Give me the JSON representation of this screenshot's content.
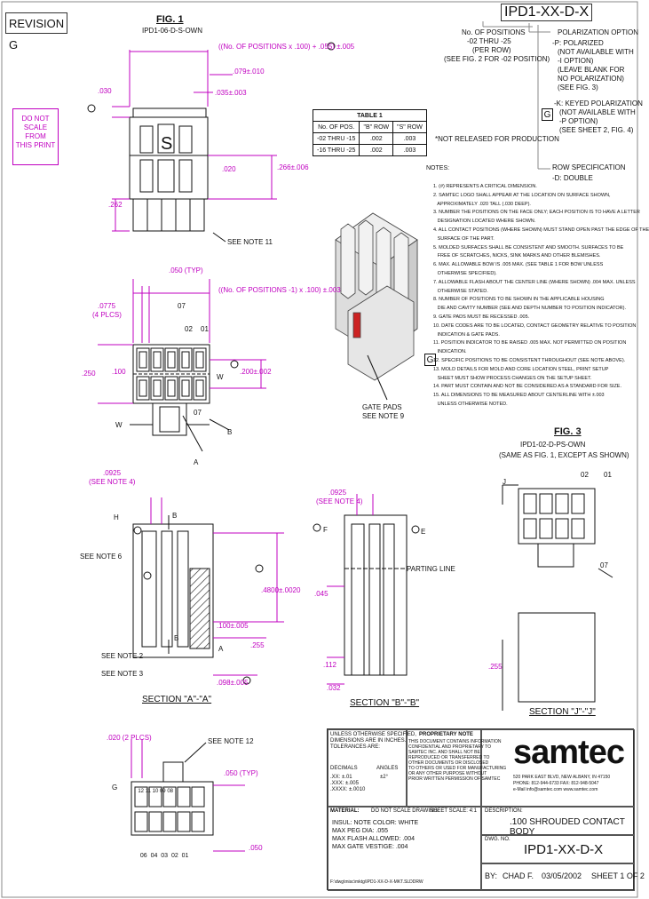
{
  "revision": "REVISION G",
  "scale_note": [
    "DO NOT",
    "SCALE FROM",
    "THIS PRINT"
  ],
  "part_number_header": "IPD1-XX-D-X",
  "fig1": {
    "title": "FIG. 1",
    "subtitle": "IPD1-06-D-S-OWN"
  },
  "fig3": {
    "title": "FIG. 3",
    "subtitle": [
      "IPD1-02-D-PS-OWN",
      "(SAME AS FIG. 1, EXCEPT AS SHOWN)"
    ]
  },
  "dims": {
    "positions_x_050": "((No. OF POSITIONS x .100) + .055) ±.005",
    "d_079": ".079±.010",
    "d_030": ".030",
    "d_035": ".035±.003",
    "d_020": ".020",
    "d_262": ".262",
    "d_266": ".266±.006",
    "d_050_typ": ".050 (TYP)",
    "d_0775": ".0775",
    "four_plcs": "(4 PLCS)",
    "positions_minus1": "((No. OF POSITIONS -1) x .100) ±.003",
    "d_250": ".250",
    "d_100": ".100",
    "d_200": ".200±.002",
    "d_0925_a": ".0925",
    "see_note_4_a": "(SEE NOTE 4)",
    "d_0925_b": ".0925",
    "see_note_4_b": "(SEE NOTE 4)",
    "d_4800": ".4800±.0020",
    "d_100b": ".100±.005",
    "d_255": ".255",
    "d_098": ".098±.005",
    "d_045": ".045",
    "d_112": ".112",
    "d_032": ".032",
    "d_255b": ".255",
    "d_020_2plcs": ".020 (2 PLCS)",
    "d_050_typ2": ".050 (TYP)",
    "d_050": ".050"
  },
  "labels": {
    "see_note_11": "SEE NOTE 11",
    "see_note_6": "SEE NOTE 6",
    "see_note_2": "SEE NOTE 2",
    "see_note_3": "SEE NOTE 3",
    "see_note_12": "SEE NOTE 12",
    "gate_pads": "GATE PADS",
    "see_note_9": "SEE NOTE 9",
    "parting_line": "PARTING LINE",
    "section_aa": "SECTION \"A\"-\"A\"",
    "section_bb": "SECTION \"B\"-\"B\"",
    "section_jj": "SECTION \"J\"-\"J\"",
    "n02": "02",
    "n01": "01",
    "n07": "07",
    "nA": "A",
    "nB": "B",
    "nW": "W",
    "nF": "F",
    "nH": "H",
    "nE": "E",
    "nJ": "J",
    "nG": "G",
    "bottom_row": [
      "06",
      "04",
      "03",
      "02",
      "01"
    ],
    "top_row": [
      "12",
      "11",
      "10",
      "09",
      "08",
      "07"
    ]
  },
  "callout": {
    "no_of_pos": "No. OF POSITIONS",
    "lines": [
      "-02 THRU -25",
      "(PER ROW)",
      "(SEE FIG. 2 FOR -02 POSITION)"
    ],
    "pol_title": "POLARIZATION OPTION",
    "pol": [
      "-P: POLARIZED",
      "(NOT AVAILABLE WITH",
      "-I OPTION)",
      "(LEAVE BLANK FOR",
      "NO POLARIZATION)",
      "(SEE FIG. 3)"
    ],
    "g_marker": "G",
    "keyed": [
      "-K: KEYED POLARIZATION",
      "(NOT AVAILABLE WITH",
      "-P OPTION)",
      "(SEE SHEET 2, FIG. 4)"
    ],
    "row_title": "ROW SPECIFICATION",
    "row": "-D: DOUBLE",
    "not_released": "*NOT RELEASED FOR PRODUCTION"
  },
  "table1": {
    "title": "TABLE 1",
    "headers": [
      "No. OF POS.",
      "\"B\" ROW",
      "\"S\" ROW"
    ],
    "rows": [
      [
        "-02 THRU -15",
        ".002",
        ".003"
      ],
      [
        "-16 THRU -25",
        ".002",
        ".003"
      ]
    ]
  },
  "notes": {
    "title": "NOTES:",
    "items": [
      "1. (#) REPRESENTS A CRITICAL DIMENSION.",
      "2. SAMTEC LOGO SHALL APPEAR AT THE LOCATION ON SURFACE SHOWN,",
      "   APPROXIMATELY .020 TALL (.030 DEEP).",
      "3. NUMBER THE POSITIONS ON THE FACE ONLY; EACH POSITION IS TO HAVE A LETTER",
      "   DESIGNATION LOCATED WHERE SHOWN.",
      "4. ALL CONTACT POSITIONS (WHERE SHOWN) MUST STAND OPEN PAST THE EDGE OF THE",
      "   SURFACE OF THE PART.",
      "5. MOLDED SURFACES SHALL BE CONSISTENT AND SMOOTH. SURFACES TO BE",
      "   FREE OF SCRATCHES, NICKS, SINK MARKS AND OTHER BLEMISHES.",
      "6. MAX. ALLOWABLE BOW IS .005 MAX. (SEE TABLE 1 FOR BOW UNLESS",
      "   OTHERWISE SPECIFIED).",
      "7. ALLOWABLE FLASH ABOUT THE CENTER LINE (WHERE SHOWN) .004 MAX. UNLESS",
      "   OTHERWISE STATED.",
      "8. NUMBER OF POSITIONS TO BE SHOWN IN THE APPLICABLE HOUSING",
      "   DIE AND CAVITY NUMBER (SEE AND DEPTH NUMBER TO POSITION INDICATOR).",
      "9. GATE PADS MUST BE RECESSED .005.",
      "10. DATE CODES ARE TO BE LOCATED, CONTACT GEOMETRY RELATIVE TO POSITION",
      "   INDICATION & GATE PADS.",
      "11. POSITION INDICATOR TO BE RAISED .005 MAX. NOT PERMITTED ON POSITION",
      "   INDICATION.",
      "12. SPECIFIC POSITIONS TO BE CONSISTENT THROUGHOUT (SEE NOTE ABOVE).",
      "13. MOLD DETAILS FOR MOLD AND CORE LOCATION STEEL, PRINT SETUP",
      "   SHEET MUST SHOW PROCESS CHANGES ON THE SETUP SHEET.",
      "14. PART MUST CONTAIN AND NOT BE CONSIDERED AS A STANDARD FOR SIZE.",
      "15. ALL DIMENSIONS TO BE MEASURED ABOUT CENTERLINE WITH ±.003",
      "   UNLESS OTHERWISE NOTED."
    ]
  },
  "titleblock": {
    "tol_intro": [
      "UNLESS OTHERWISE SPECIFIED,",
      "DIMENSIONS ARE IN INCHES.",
      "TOLERANCES ARE:"
    ],
    "decimals_label": "DECIMALS",
    "angles_label": "ANGLES",
    "tol_rows": [
      ".XX: ±.01",
      ".XXX: ±.005",
      ".XXXX: ±.0010"
    ],
    "angle_val": "±2°",
    "proprietary_title": "PROPRIETARY NOTE",
    "proprietary": [
      "THIS DOCUMENT CONTAINS INFORMATION",
      "CONFIDENTIAL AND PROPRIETARY TO",
      "SAMTEC INC. AND SHALL NOT BE",
      "REPRODUCED OR TRANSFERRED TO",
      "OTHER DOCUMENTS OR DISCLOSED",
      "TO OTHERS OR USED FOR MANUFACTURING",
      "OR ANY OTHER PURPOSE WITHOUT",
      "PRIOR WRITTEN PERMISSION OF SAMTEC"
    ],
    "material_label": "MATERIAL:",
    "do_not_scale": "DO NOT SCALE DRAWING",
    "sheet_scale": "SHEET SCALE: 4:1",
    "material": [
      "INSUL: NOTE COLOR: WHITE",
      "",
      "MAX PEG DIA: .055",
      "MAX FLASH ALLOWED: .004",
      "MAX GATE VESTIGE: .004"
    ],
    "footer": "F:\\dwg\\misc\\mktg\\IPD1-XX-D-X-MKT.SLDDRW",
    "logo": "samtec",
    "address": [
      "520 PARK EAST BLVD, NEW ALBANY, IN 47150",
      "PHONE: 812-944-6733  FAX: 812-948-5047",
      "e-Mail info@samtec.com  www.samtec.com"
    ],
    "desc_label": "DESCRIPTION:",
    "desc": ".100 SHROUDED CONTACT BODY",
    "dwg_label": "DWG. NO.",
    "dwg_no": "IPD1-XX-D-X",
    "by_label": "BY:",
    "by": "CHAD F.",
    "date": "03/05/2002",
    "sheet": "SHEET 1 OF 2"
  }
}
